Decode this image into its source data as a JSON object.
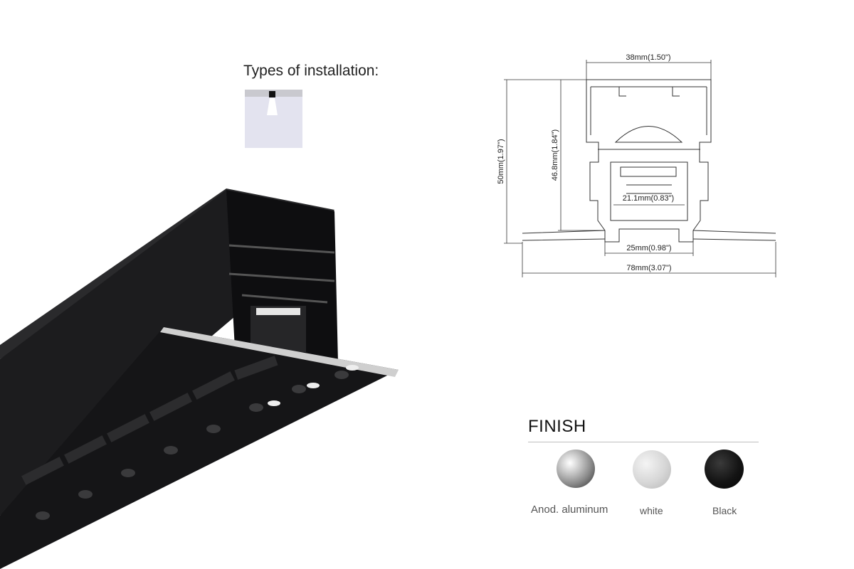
{
  "installation": {
    "title": "Types of installation:",
    "icon": "recessed-ceiling-icon"
  },
  "drawing": {
    "width_top": "38mm(1.50\")",
    "height_total": "50mm(1.97\")",
    "height_body": "46.8mm(1.84\")",
    "inner_width": "21.1mm(0.83\")",
    "opening_width": "25mm(0.98\")",
    "flange_width": "78mm(3.07\")"
  },
  "finish": {
    "title": "FINISH",
    "options": [
      {
        "label": "Anod. aluminum",
        "color": "#a9a9a9"
      },
      {
        "label": "white",
        "color": "#d4d4d4"
      },
      {
        "label": "Black",
        "color": "#111111"
      }
    ]
  }
}
